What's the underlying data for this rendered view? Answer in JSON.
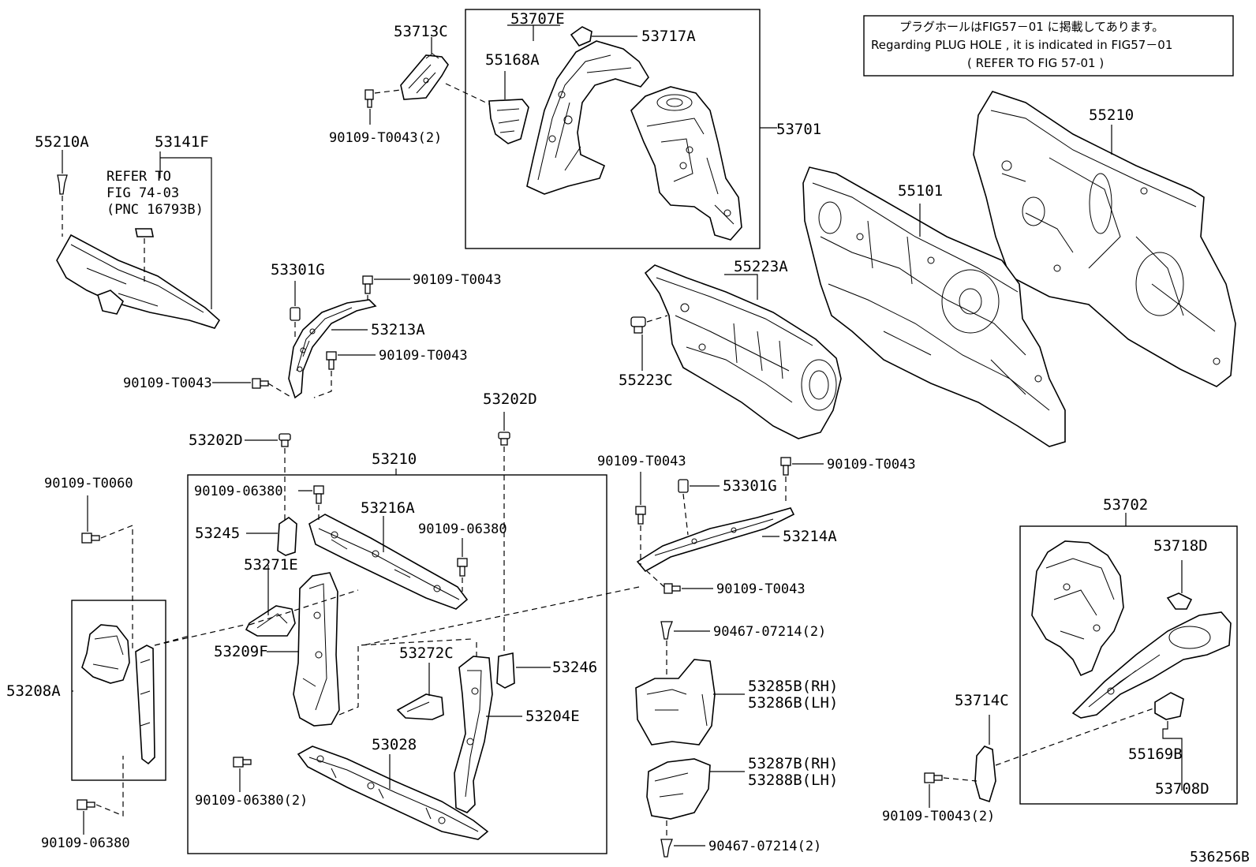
{
  "note": {
    "line1": "プラグホールはFIG57－01 に掲載してあります。",
    "line2": "Regarding  PLUG HOLE , it is indicated in FIG57－01",
    "line3": "(   REFER TO FIG 57-01  )"
  },
  "refer": {
    "line1": "REFER TO",
    "line2": "FIG 74-03",
    "line3": "(PNC 16793B)"
  },
  "figure_id": "536256B",
  "labels": {
    "l_53713C": "53713C",
    "l_53707E": "53707E",
    "l_53717A": "53717A",
    "l_55168A": "55168A",
    "l_90109T0043_2_top": "90109-T0043(2)",
    "l_53701": "53701",
    "l_55210A": "55210A",
    "l_53141F": "53141F",
    "l_55210": "55210",
    "l_55101": "55101",
    "l_53301G_a": "53301G",
    "l_90109T0043_a": "90109-T0043",
    "l_53213A": "53213A",
    "l_90109T0043_b": "90109-T0043",
    "l_90109T0043_c": "90109-T0043",
    "l_55223A": "55223A",
    "l_55223C": "55223C",
    "l_53202D_r": "53202D",
    "l_53202D_l": "53202D",
    "l_53210": "53210",
    "l_90109T0060": "90109-T0060",
    "l_9010906380_a": "90109-06380",
    "l_53216A": "53216A",
    "l_9010906380_b": "90109-06380",
    "l_53245": "53245",
    "l_53271E": "53271E",
    "l_53209F": "53209F",
    "l_53272C": "53272C",
    "l_53246": "53246",
    "l_53208A": "53208A",
    "l_53204E": "53204E",
    "l_53028": "53028",
    "l_9010906380_2": "90109-06380(2)",
    "l_9010906380_c": "90109-06380",
    "l_90109T0043_d": "90109-T0043",
    "l_90109T0043_e": "90109-T0043",
    "l_53301G_b": "53301G",
    "l_53214A": "53214A",
    "l_90109T0043_f": "90109-T0043",
    "l_9046707214_a": "90467-07214(2)",
    "l_53285B": "53285B(RH)",
    "l_53286B": "53286B(LH)",
    "l_53287B": "53287B(RH)",
    "l_53288B": "53288B(LH)",
    "l_9046707214_b": "90467-07214(2)",
    "l_53702": "53702",
    "l_53718D": "53718D",
    "l_53714C": "53714C",
    "l_55169B": "55169B",
    "l_53708D": "53708D",
    "l_90109T0043_2_bot": "90109-T0043(2)"
  }
}
